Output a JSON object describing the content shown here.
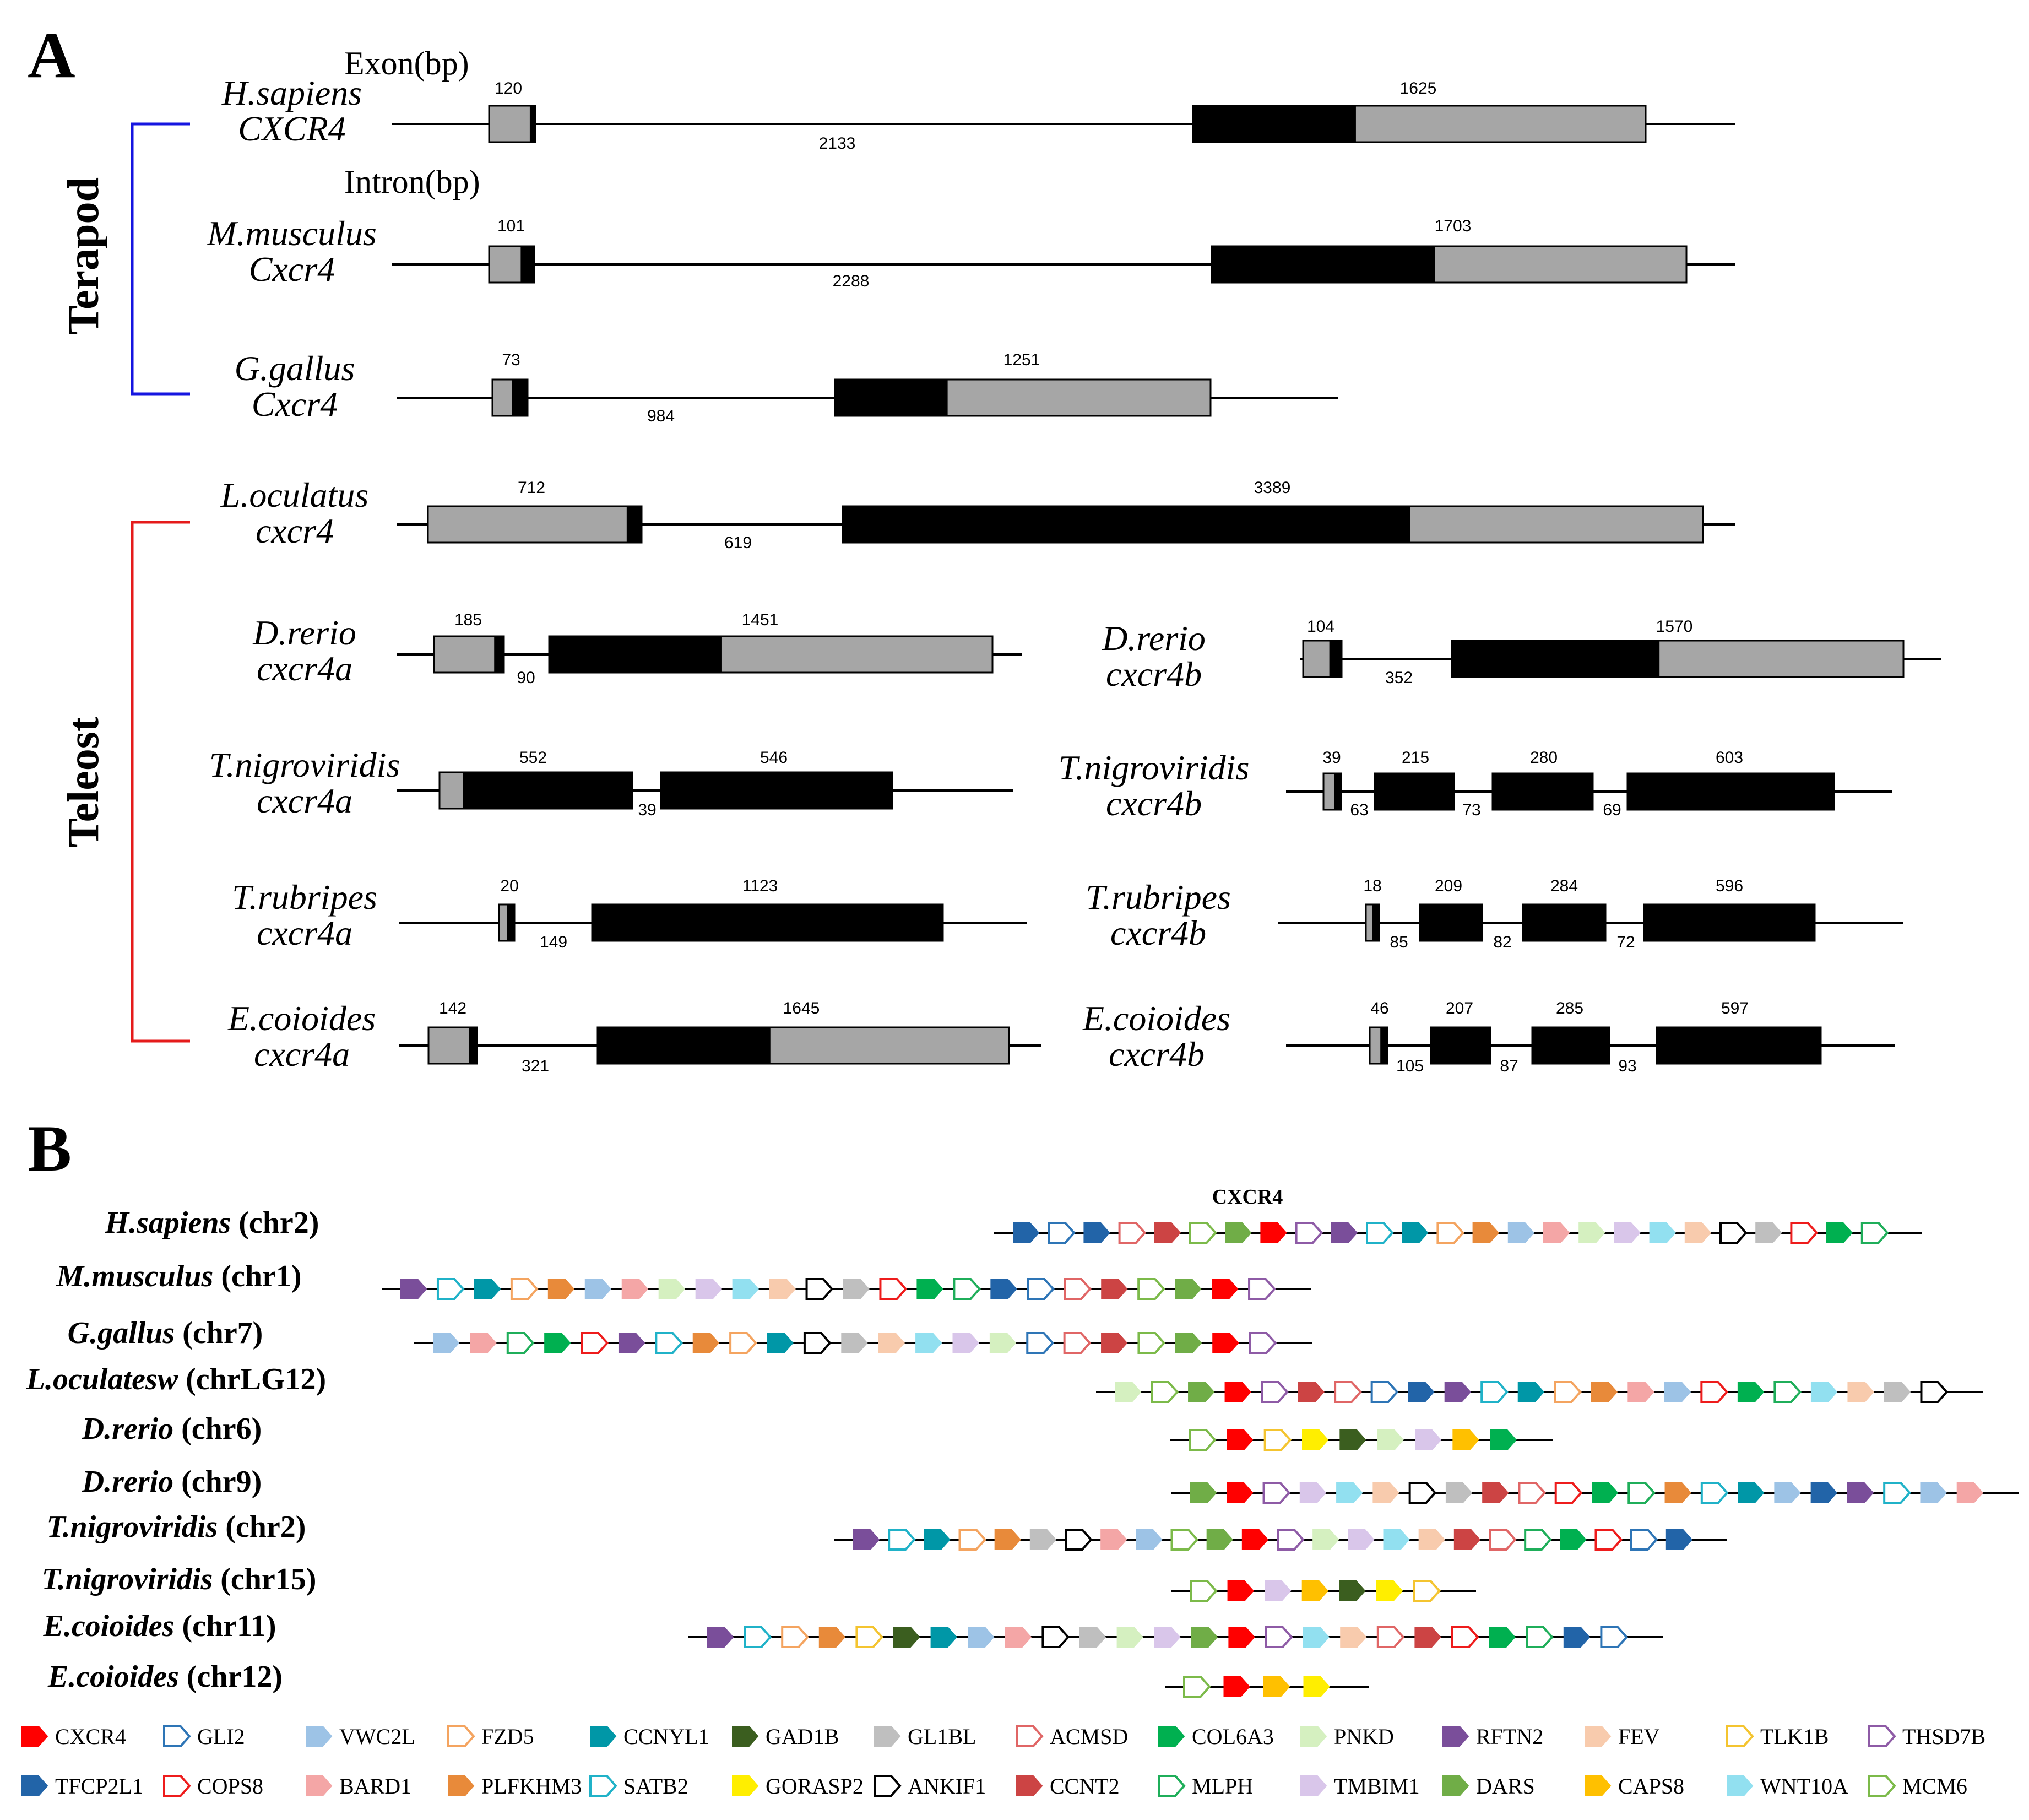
{
  "panels": {
    "a": "A",
    "b": "B"
  },
  "clades": {
    "tetrapod": {
      "label": "Terapod",
      "color": "#1515e0"
    },
    "teleost": {
      "label": "Teleost",
      "color": "#e51b1b"
    }
  },
  "headers": {
    "exon": "Exon(bp)",
    "intron": "Intron(bp)"
  },
  "colors": {
    "coding": "#000000",
    "utr": "#a6a6a6",
    "line": "#000000"
  },
  "gene_structures": [
    {
      "species": "H.sapiens",
      "gene": "CXCR4",
      "exons": [
        "120",
        "1625"
      ],
      "introns": [
        "2133"
      ]
    },
    {
      "species": "M.musculus",
      "gene": "Cxcr4",
      "exons": [
        "101",
        "1703"
      ],
      "introns": [
        "2288"
      ]
    },
    {
      "species": "G.gallus",
      "gene": "Cxcr4",
      "exons": [
        "73",
        "1251"
      ],
      "introns": [
        "984"
      ]
    },
    {
      "species": "L.oculatus",
      "gene": "cxcr4",
      "exons": [
        "712",
        "3389"
      ],
      "introns": [
        "619"
      ]
    },
    {
      "species": "D.rerio",
      "gene": "cxcr4a",
      "exons": [
        "185",
        "1451"
      ],
      "introns": [
        "90"
      ]
    },
    {
      "species": "D.rerio",
      "gene": "cxcr4b",
      "exons": [
        "104",
        "1570"
      ],
      "introns": [
        "352"
      ]
    },
    {
      "species": "T.nigroviridis",
      "gene": "cxcr4a",
      "exons": [
        "552",
        "546"
      ],
      "introns": [
        "39"
      ]
    },
    {
      "species": "T.nigroviridis",
      "gene": "cxcr4b",
      "exons": [
        "39",
        "215",
        "280",
        "603"
      ],
      "introns": [
        "63",
        "73",
        "69"
      ]
    },
    {
      "species": "T.rubripes",
      "gene": "cxcr4a",
      "exons": [
        "20",
        "1123"
      ],
      "introns": [
        "149"
      ]
    },
    {
      "species": "T.rubripes",
      "gene": "cxcr4b",
      "exons": [
        "18",
        "209",
        "284",
        "596"
      ],
      "introns": [
        "85",
        "82",
        "72"
      ]
    },
    {
      "species": "E.coioides",
      "gene": "cxcr4a",
      "exons": [
        "142",
        "1645"
      ],
      "introns": [
        "321"
      ]
    },
    {
      "species": "E.coioides",
      "gene": "cxcr4b",
      "exons": [
        "46",
        "207",
        "285",
        "597"
      ],
      "introns": [
        "105",
        "87",
        "93"
      ]
    }
  ],
  "synteny_title": "CXCR4",
  "synteny": [
    {
      "species": "H.sapiens",
      "chr": " (chr2)",
      "genes": [
        "TFCP2L1",
        "GLI2",
        "TFCP2L1",
        "ACMSD",
        "CCNT2",
        "MCM6",
        "DARS",
        "CXCR4",
        "THSD7B",
        "RFTN2",
        "SATB2",
        "CCNYL1",
        "FZD5",
        "PLFKHM3",
        "VWC2L",
        "BARD1",
        "PNKD",
        "TMBIM1",
        "WNT10A",
        "FEV",
        "ANKIF1",
        "GL1BL",
        "COPS8",
        "COL6A3",
        "MLPH"
      ]
    },
    {
      "species": "M.musculus",
      "chr": " (chr1)",
      "genes": [
        "RFTN2",
        "SATB2",
        "CCNYL1",
        "FZD5",
        "PLFKHM3",
        "VWC2L",
        "BARD1",
        "PNKD",
        "TMBIM1",
        "WNT10A",
        "FEV",
        "ANKIF1",
        "GL1BL",
        "COPS8",
        "COL6A3",
        "MLPH",
        "TFCP2L1",
        "GLI2",
        "ACMSD",
        "CCNT2",
        "MCM6",
        "DARS",
        "CXCR4",
        "THSD7B"
      ]
    },
    {
      "species": "G.gallus",
      "chr": " (chr7)",
      "genes": [
        "VWC2L",
        "BARD1",
        "MLPH",
        "COL6A3",
        "COPS8",
        "RFTN2",
        "SATB2",
        "PLFKHM3",
        "FZD5",
        "CCNYL1",
        "ANKIF1",
        "GL1BL",
        "FEV",
        "WNT10A",
        "TMBIM1",
        "PNKD",
        "GLI2",
        "ACMSD",
        "CCNT2",
        "MCM6",
        "DARS",
        "CXCR4",
        "THSD7B"
      ]
    },
    {
      "species": "L.oculatesw",
      "chr": " (chrLG12)",
      "genes": [
        "PNKD",
        "MCM6",
        "DARS",
        "CXCR4",
        "THSD7B",
        "CCNT2",
        "ACMSD",
        "GLI2",
        "TFCP2L1",
        "RFTN2",
        "SATB2",
        "CCNYL1",
        "FZD5",
        "PLFKHM3",
        "BARD1",
        "VWC2L",
        "COPS8",
        "COL6A3",
        "MLPH",
        "WNT10A",
        "FEV",
        "GL1BL",
        "ANKIF1"
      ]
    },
    {
      "species": "D.rerio",
      "chr": " (chr6)",
      "genes": [
        "MCM6",
        "CXCR4",
        "TLK1B",
        "GORASP2",
        "GAD1B",
        "PNKD",
        "TMBIM1",
        "CAPS8",
        "COL6A3"
      ]
    },
    {
      "species": "D.rerio",
      "chr": " (chr9)",
      "genes": [
        "DARS",
        "CXCR4",
        "THSD7B",
        "TMBIM1",
        "WNT10A",
        "FEV",
        "ANKIF1",
        "GL1BL",
        "CCNT2",
        "ACMSD",
        "COPS8",
        "COL6A3",
        "MLPH",
        "PLFKHM3",
        "SATB2",
        "CCNYL1",
        "VWC2L",
        "TFCP2L1",
        "RFTN2",
        "SATB2",
        "VWC2L",
        "BARD1"
      ]
    },
    {
      "species": "T.nigroviridis",
      "chr": " (chr2)",
      "genes": [
        "RFTN2",
        "SATB2",
        "CCNYL1",
        "FZD5",
        "PLFKHM3",
        "GL1BL",
        "ANKIF1",
        "BARD1",
        "VWC2L",
        "MCM6",
        "DARS",
        "CXCR4",
        "THSD7B",
        "PNKD",
        "TMBIM1",
        "WNT10A",
        "FEV",
        "CCNT2",
        "ACMSD",
        "MLPH",
        "COL6A3",
        "COPS8",
        "GLI2",
        "TFCP2L1"
      ]
    },
    {
      "species": "T.nigroviridis",
      "chr": " (chr15)",
      "genes": [
        "MCM6",
        "CXCR4",
        "TMBIM1",
        "CAPS8",
        "GAD1B",
        "GORASP2",
        "TLK1B"
      ]
    },
    {
      "species": "E.coioides",
      "chr": " (chr11)",
      "genes": [
        "RFTN2",
        "SATB2",
        "FZD5",
        "PLFKHM3",
        "TLK1B",
        "GAD1B",
        "CCNYL1",
        "VWC2L",
        "BARD1",
        "ANKIF1",
        "GL1BL",
        "PNKD",
        "TMBIM1",
        "DARS",
        "CXCR4",
        "THSD7B",
        "WNT10A",
        "FEV",
        "ACMSD",
        "CCNT2",
        "COPS8",
        "COL6A3",
        "MLPH",
        "TFCP2L1",
        "GLI2"
      ]
    },
    {
      "species": "E.coioides",
      "chr": " (chr12)",
      "genes": [
        "MCM6",
        "CXCR4",
        "CAPS8",
        "GORASP2"
      ]
    }
  ],
  "legend": [
    {
      "name": "CXCR4",
      "color": "#ff0000",
      "filled": true
    },
    {
      "name": "GLI2",
      "color": "#2e75b6",
      "filled": false
    },
    {
      "name": "VWC2L",
      "color": "#9dc3e6",
      "filled": true
    },
    {
      "name": "FZD5",
      "color": "#f4a460",
      "filled": false
    },
    {
      "name": "CCNYL1",
      "color": "#0097a7",
      "filled": true
    },
    {
      "name": "GAD1B",
      "color": "#3b5e1f",
      "filled": true
    },
    {
      "name": "GL1BL",
      "color": "#bfbfbf",
      "filled": true
    },
    {
      "name": "ACMSD",
      "color": "#e06666",
      "filled": false
    },
    {
      "name": "COL6A3",
      "color": "#00b050",
      "filled": true
    },
    {
      "name": "PNKD",
      "color": "#d5f0c0",
      "filled": true
    },
    {
      "name": "RFTN2",
      "color": "#7a4e9a",
      "filled": true
    },
    {
      "name": "FEV",
      "color": "#f8cbad",
      "filled": true
    },
    {
      "name": "TLK1B",
      "color": "#f4c430",
      "filled": false
    },
    {
      "name": "THSD7B",
      "color": "#8e5ba6",
      "filled": false
    },
    {
      "name": "TFCP2L1",
      "color": "#2264a8",
      "filled": true
    },
    {
      "name": "COPS8",
      "color": "#ee1c1c",
      "filled": false
    },
    {
      "name": "BARD1",
      "color": "#f4a6a6",
      "filled": true
    },
    {
      "name": "PLFKHM3",
      "color": "#e88a3a",
      "filled": true
    },
    {
      "name": "SATB2",
      "color": "#20b2c8",
      "filled": false
    },
    {
      "name": "GORASP2",
      "color": "#ffee00",
      "filled": true
    },
    {
      "name": "ANKIF1",
      "color": "#000000",
      "filled": false
    },
    {
      "name": "CCNT2",
      "color": "#cc4444",
      "filled": true
    },
    {
      "name": "MLPH",
      "color": "#1fae5a",
      "filled": false
    },
    {
      "name": "TMBIM1",
      "color": "#d9c6ea",
      "filled": true
    },
    {
      "name": "DARS",
      "color": "#70ad47",
      "filled": true
    },
    {
      "name": "CAPS8",
      "color": "#ffc000",
      "filled": true
    },
    {
      "name": "WNT10A",
      "color": "#92e0f0",
      "filled": true
    },
    {
      "name": "MCM6",
      "color": "#7cba4a",
      "filled": false
    }
  ]
}
